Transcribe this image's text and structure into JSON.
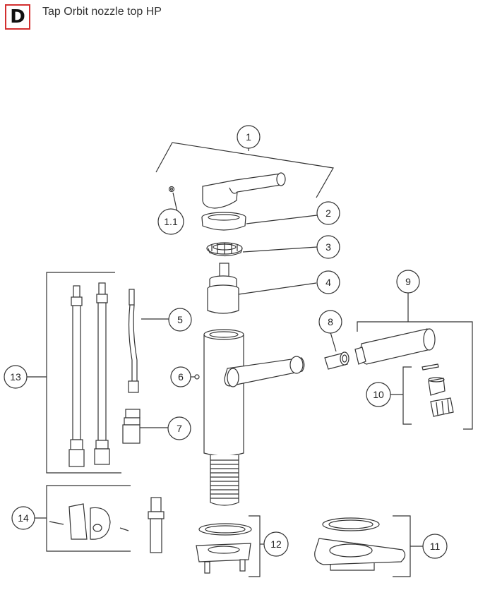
{
  "header": {
    "section_letter": "D",
    "title": "Tap Orbit nozzle top HP"
  },
  "callouts": {
    "c1": "1",
    "c1_1": "1.1",
    "c2": "2",
    "c3": "3",
    "c4": "4",
    "c5": "5",
    "c6": "6",
    "c7": "7",
    "c8": "8",
    "c9": "9",
    "c10": "10",
    "c11": "11",
    "c12": "12",
    "c13": "13",
    "c14": "14"
  }
}
